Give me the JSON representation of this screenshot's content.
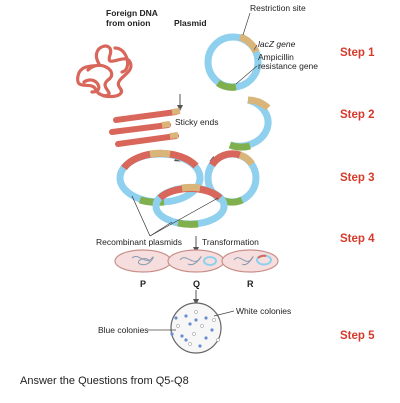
{
  "labels": {
    "foreign_dna": [
      "Foreign DNA",
      "from onion"
    ],
    "plasmid": "Plasmid",
    "restriction_site": "Restriction site",
    "lacz_gene": "lacZ gene",
    "ampicillin": [
      "Ampicillin",
      "resistance gene"
    ],
    "sticky_ends": "Sticky ends",
    "recombinant_plasmids": "Recombinant plasmids",
    "transformation": "Transformation",
    "white_colonies": "White colonies",
    "blue_colonies": "Blue colonies"
  },
  "cells": [
    "P",
    "Q",
    "R"
  ],
  "steps": [
    "Step 1",
    "Step 2",
    "Step 3",
    "Step 4",
    "Step 5"
  ],
  "prompt": "Answer the Questions from Q5-Q8",
  "colors": {
    "step_text": "#d63a2a",
    "dna": "#d9665a",
    "plasmid": "#8fd0ee",
    "lacz": "#d9b57a",
    "amp_gene": "#7fb04d",
    "cell_fill": "#f6dede",
    "cell_edge": "#c9908a",
    "colony_blue": "#6a8fd0",
    "colony_white": "#ffffff"
  }
}
